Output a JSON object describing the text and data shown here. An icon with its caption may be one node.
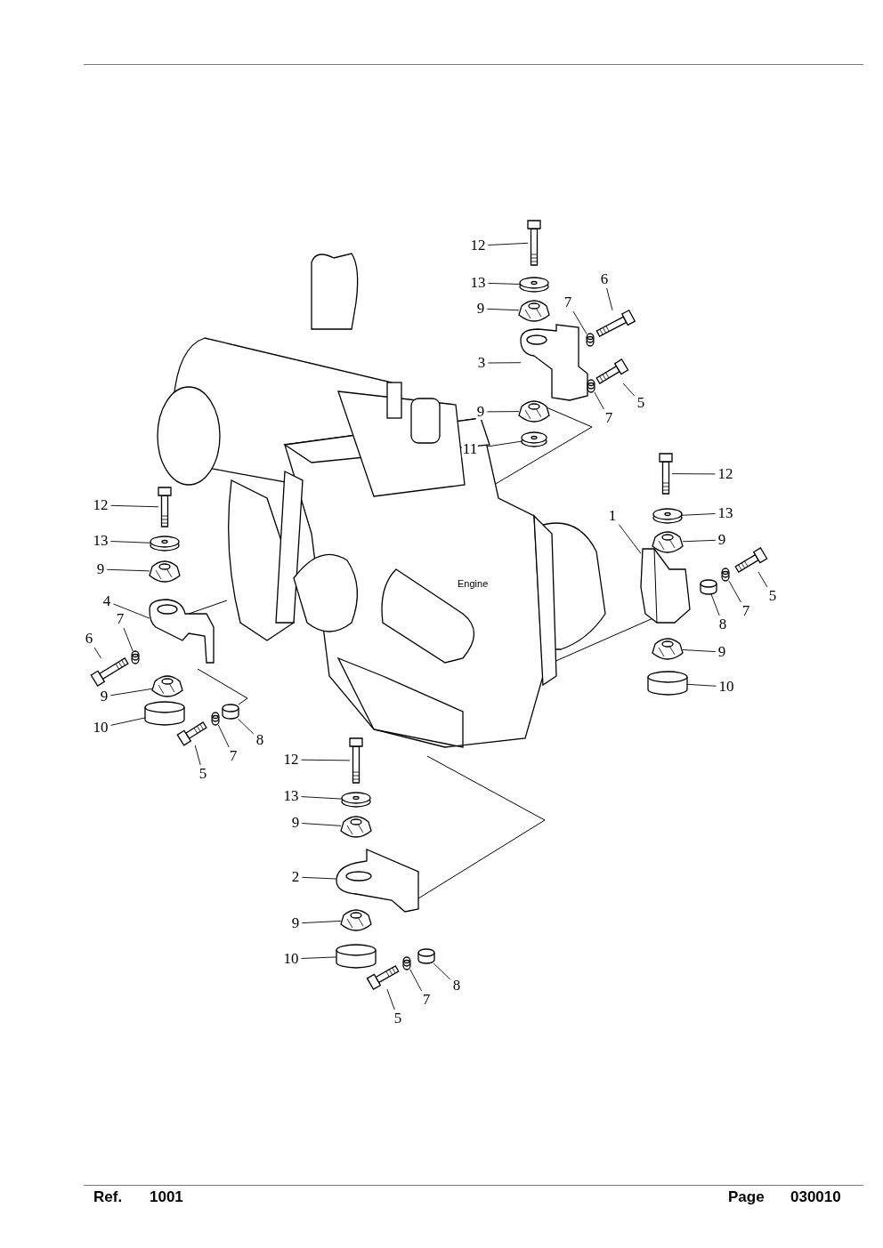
{
  "diagram": {
    "nodes": [
      {
        "text": [
          "12"
        ]
      },
      {
        "text": [
          "13"
        ]
      },
      {
        "text": [
          "9"
        ]
      },
      {
        "text": [
          "7"
        ]
      },
      {
        "text": [
          "6"
        ]
      },
      {
        "text": [
          "3"
        ]
      },
      {
        "text": [
          "5"
        ]
      },
      {
        "text": [
          "7"
        ]
      },
      {
        "text": [
          "9"
        ]
      },
      {
        "text": [
          "11"
        ]
      },
      {
        "text": [
          "12"
        ]
      },
      {
        "text": [
          "13"
        ]
      },
      {
        "text": [
          "9"
        ]
      },
      {
        "text": [
          "4"
        ]
      },
      {
        "text": [
          "7"
        ]
      },
      {
        "text": [
          "6"
        ]
      },
      {
        "text": [
          "9"
        ]
      },
      {
        "text": [
          "10"
        ]
      },
      {
        "text": [
          "5"
        ]
      },
      {
        "text": [
          "7"
        ]
      },
      {
        "text": [
          "8"
        ]
      },
      {
        "text": [
          "12"
        ]
      },
      {
        "text": [
          "13"
        ]
      },
      {
        "text": [
          "9"
        ]
      },
      {
        "text": [
          "1"
        ]
      },
      {
        "text": [
          "8"
        ]
      },
      {
        "text": [
          "7"
        ]
      },
      {
        "text": [
          "5"
        ]
      },
      {
        "text": [
          "9"
        ]
      },
      {
        "text": [
          "10"
        ]
      },
      {
        "text": [
          "12"
        ]
      },
      {
        "text": [
          "13"
        ]
      },
      {
        "text": [
          "9"
        ]
      },
      {
        "text": [
          "2"
        ]
      },
      {
        "text": [
          "9"
        ]
      },
      {
        "text": [
          "10"
        ]
      },
      {
        "text": [
          "5"
        ]
      },
      {
        "text": [
          "7"
        ]
      },
      {
        "text": [
          "8"
        ]
      },
      {
        "text": [],
        "shape": "picture"
      },
      {
        "text": [],
        "shape": "picture"
      },
      {
        "text": [],
        "shape": "picture"
      },
      {
        "text": [],
        "shape": "picture"
      },
      {
        "text": [],
        "shape": "picture"
      },
      {
        "text": [],
        "shape": "picture"
      },
      {
        "text": [],
        "shape": "picture"
      },
      {
        "text": [],
        "shape": "picture"
      },
      {
        "text": [],
        "shape": "picture"
      },
      {
        "text": [],
        "shape": "picture"
      },
      {
        "text": [],
        "shape": "picture"
      },
      {
        "text": [],
        "shape": "picture"
      },
      {
        "text": [],
        "shape": "picture"
      },
      {
        "text": [],
        "shape": "picture"
      },
      {
        "text": [],
        "shape": "picture"
      },
      {
        "text": [],
        "shape": "picture"
      },
      {
        "text": [],
        "shape": "picture"
      },
      {
        "text": [],
        "shape": "cylinder"
      },
      {
        "text": [],
        "shape": "picture"
      },
      {
        "text": [],
        "shape": "picture"
      },
      {
        "text": [],
        "shape": "cylinder"
      },
      {
        "text": [],
        "shape": "picture"
      },
      {
        "text": [],
        "shape": "picture"
      },
      {
        "text": [],
        "shape": "picture"
      },
      {
        "text": [],
        "shape": "picture"
      },
      {
        "text": [],
        "shape": "cylinder"
      },
      {
        "text": [],
        "shape": "picture"
      },
      {
        "text": [],
        "shape": "picture"
      },
      {
        "text": [],
        "shape": "picture"
      },
      {
        "text": [],
        "shape": "cylinder"
      },
      {
        "text": [],
        "shape": "picture"
      },
      {
        "text": [],
        "shape": "picture"
      },
      {
        "text": [],
        "shape": "picture"
      },
      {
        "text": [],
        "shape": "picture"
      },
      {
        "text": [],
        "shape": "picture"
      },
      {
        "text": [],
        "shape": "cylinder"
      },
      {
        "text": [],
        "shape": "picture"
      },
      {
        "text": [],
        "shape": "picture"
      },
      {
        "text": [],
        "shape": "cylinder"
      }
    ],
    "edges": [
      {
        "from": 0,
        "to": 39,
        "arrow": "none"
      },
      {
        "from": 1,
        "to": 40,
        "arrow": "none"
      },
      {
        "from": 2,
        "to": 41,
        "arrow": "none"
      },
      {
        "from": 3,
        "to": 42,
        "arrow": "none"
      },
      {
        "from": 4,
        "to": 43,
        "arrow": "none"
      },
      {
        "from": 5,
        "to": 44,
        "arrow": "none"
      },
      {
        "from": 6,
        "to": 45,
        "arrow": "none"
      },
      {
        "from": 7,
        "to": 46,
        "arrow": "none"
      },
      {
        "from": 8,
        "to": 47,
        "arrow": "none"
      },
      {
        "from": 9,
        "to": 48,
        "arrow": "none"
      },
      {
        "from": 10,
        "to": 49,
        "arrow": "none"
      },
      {
        "from": 11,
        "to": 50,
        "arrow": "none"
      },
      {
        "from": 12,
        "to": 51,
        "arrow": "none"
      },
      {
        "from": 13,
        "to": 52,
        "arrow": "none"
      },
      {
        "from": 14,
        "to": 53,
        "arrow": "none"
      },
      {
        "from": 15,
        "to": 54,
        "arrow": "none"
      },
      {
        "from": 16,
        "to": 55,
        "arrow": "none"
      },
      {
        "from": 17,
        "to": 56,
        "arrow": "none"
      },
      {
        "from": 18,
        "to": 57,
        "arrow": "none"
      },
      {
        "from": 19,
        "to": 58,
        "arrow": "none"
      },
      {
        "from": 20,
        "to": 59,
        "arrow": "none"
      },
      {
        "from": 21,
        "to": 60,
        "arrow": "none"
      },
      {
        "from": 22,
        "to": 61,
        "arrow": "none"
      },
      {
        "from": 23,
        "to": 62,
        "arrow": "none"
      },
      {
        "from": 24,
        "to": 63,
        "arrow": "none"
      },
      {
        "from": 25,
        "to": 64,
        "arrow": "none"
      },
      {
        "from": 26,
        "to": 65,
        "arrow": "none"
      },
      {
        "from": 27,
        "to": 66,
        "arrow": "none"
      },
      {
        "from": 28,
        "to": 67,
        "arrow": "none"
      },
      {
        "from": 29,
        "to": 68,
        "arrow": "none"
      },
      {
        "from": 30,
        "to": 69,
        "arrow": "none"
      },
      {
        "from": 31,
        "to": 70,
        "arrow": "none"
      },
      {
        "from": 32,
        "to": 71,
        "arrow": "none"
      },
      {
        "from": 33,
        "to": 72,
        "arrow": "none"
      },
      {
        "from": 34,
        "to": 73,
        "arrow": "none"
      },
      {
        "from": 35,
        "to": 74,
        "arrow": "none"
      },
      {
        "from": 36,
        "to": 75,
        "arrow": "none"
      },
      {
        "from": 37,
        "to": 76,
        "arrow": "none"
      },
      {
        "from": 38,
        "to": 77,
        "arrow": "none"
      }
    ],
    "labels": [
      "Engine",
      "Ref.",
      "1001",
      "Page",
      "030010"
    ]
  }
}
